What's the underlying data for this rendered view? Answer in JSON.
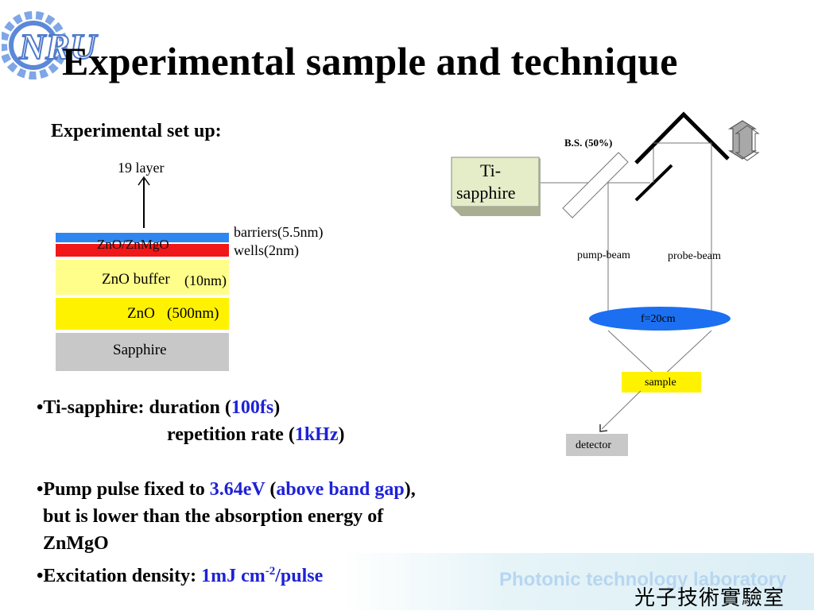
{
  "logo": {
    "text": "NRU"
  },
  "title": "Experimental sample and technique",
  "setup_label": "Experimental set up:",
  "layers": {
    "top_label": "19 layer",
    "quantum_well": "ZnO/ZnMgO",
    "barriers": "barriers(5.5nm)",
    "wells": "wells(2nm)",
    "buffer": "ZnO buffer",
    "buffer_thickness": "(10nm)",
    "zno": "ZnO",
    "zno_thickness": "(500nm)",
    "substrate": "Sapphire",
    "colors": {
      "barrier": "#2e86f0",
      "well": "#f01818",
      "buffer": "#fffe8a",
      "zno": "#fff200",
      "substrate": "#c8c8c8"
    }
  },
  "setup": {
    "laser_line1": "Ti-",
    "laser_line2": "sapphire",
    "beam_splitter": "B.S. (50%)",
    "pump_beam": "pump-beam",
    "probe_beam": "probe-beam",
    "lens": "f=20cm",
    "sample": "sample",
    "detector": "detector",
    "colors": {
      "lens": "#1c6ff0",
      "sample": "#fff200",
      "detector": "#c8c8c8",
      "laser": "#e4ecc8"
    }
  },
  "bullets": {
    "b1_prefix": "•Ti-sapphire: duration (",
    "b1_value": "100fs",
    "b1_suffix": ")",
    "b2_prefix": "repetition rate (",
    "b2_value": "1kHz",
    "b2_suffix": ")",
    "b3_prefix": "•Pump pulse fixed to ",
    "b3_value": "3.64eV",
    "b3_mid": " (",
    "b3_value2": "above band gap",
    "b3_suffix": "),",
    "b4": "but is lower than the absorption energy of",
    "b5": "ZnMgO",
    "b6_prefix": "•Excitation density: ",
    "b6_value": "1mJ cm",
    "b6_sup": "-2",
    "b6_suffix": "/pulse"
  },
  "footer": {
    "english": "Photonic technology laboratory",
    "chinese": "光子技術實驗室"
  }
}
